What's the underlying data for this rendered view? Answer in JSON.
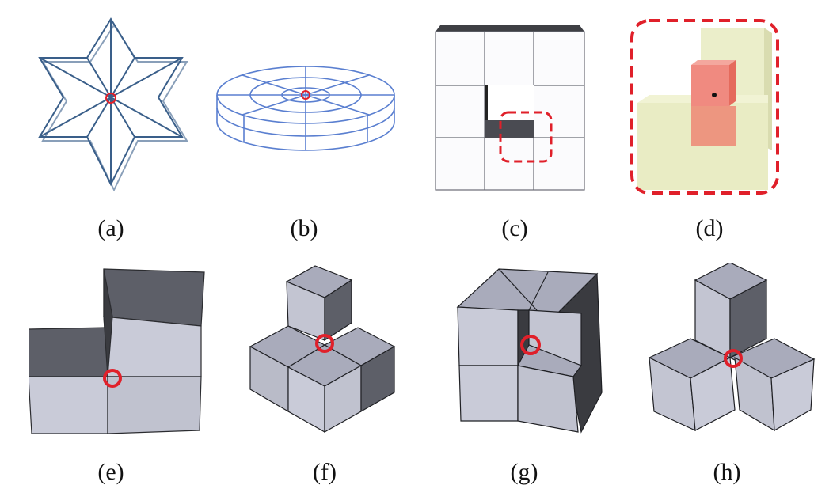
{
  "figure": {
    "panels": [
      {
        "id": "a",
        "label": "(a)",
        "subject": "star-prism-wireframe"
      },
      {
        "id": "b",
        "label": "(b)",
        "subject": "ring-disc-wireframe"
      },
      {
        "id": "c",
        "label": "(c)",
        "subject": "cube-grid-with-hole"
      },
      {
        "id": "d",
        "label": "(d)",
        "subject": "transparent-cube-closeup"
      },
      {
        "id": "e",
        "label": "(e)",
        "subject": "two-cube-corner"
      },
      {
        "id": "f",
        "label": "(f)",
        "subject": "three-cube-corner"
      },
      {
        "id": "g",
        "label": "(g)",
        "subject": "stacked-cube-block"
      },
      {
        "id": "h",
        "label": "(h)",
        "subject": "tri-cube-corner"
      }
    ]
  },
  "colors": {
    "wire": "#3a5f8a",
    "wire_light": "#5a7fd0",
    "highlight": "#e0202a",
    "face_light": "#c9cbd8",
    "face_mid": "#a9abbb",
    "face_dark": "#5d5f68",
    "face_white": "#fbfbfd",
    "translucent": "#e9ecc4",
    "red_cube": "#ee7a6a"
  }
}
